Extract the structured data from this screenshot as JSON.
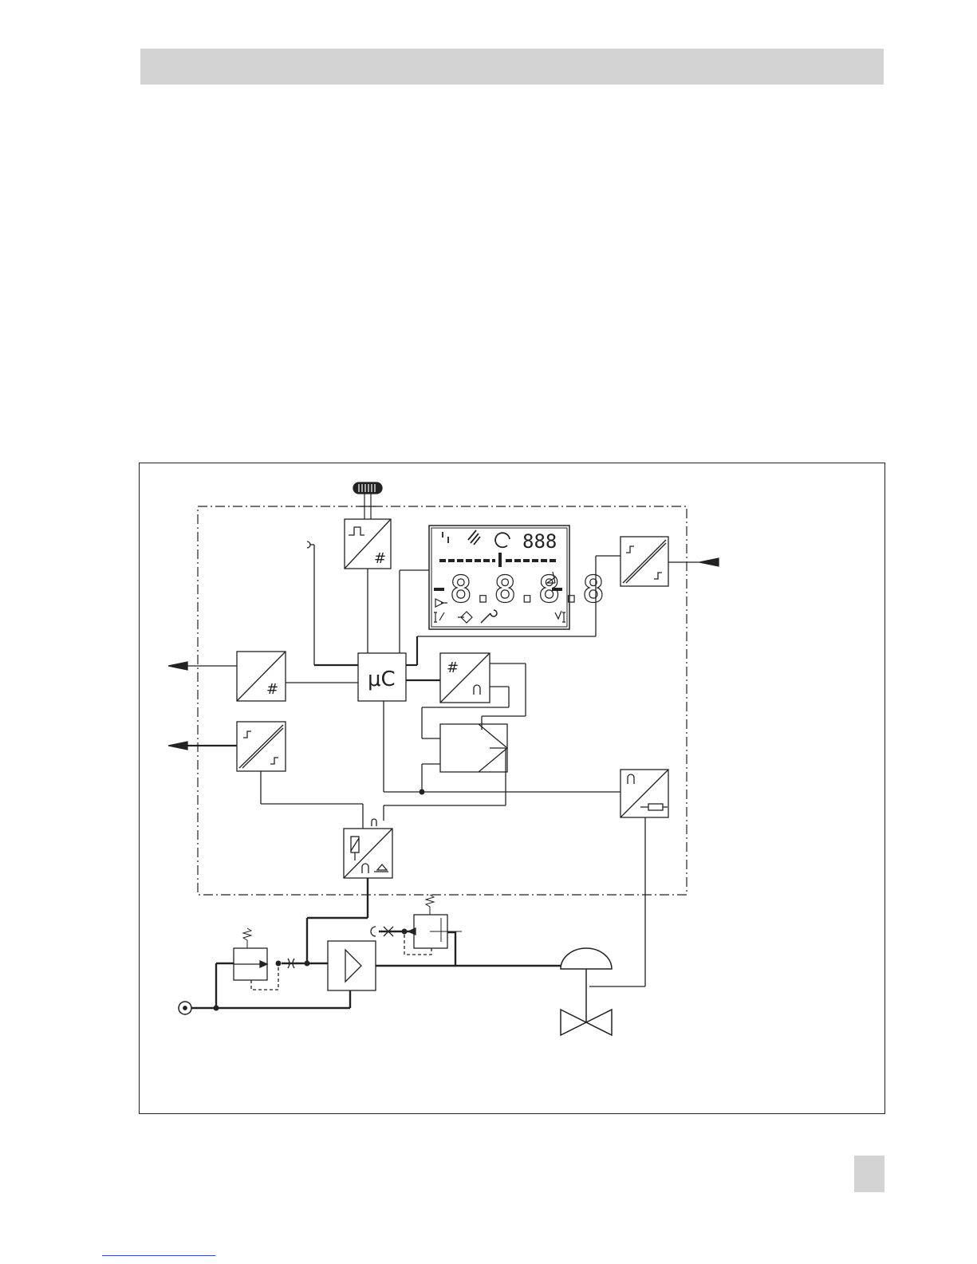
{
  "header": {
    "title": ""
  },
  "diagram": {
    "display": {
      "small_digits": "888",
      "large_digits": "8.8.8.8"
    },
    "labels": {
      "micro": "μC",
      "hash": "#"
    }
  },
  "footer": {
    "page_number": "",
    "link_text": ""
  }
}
